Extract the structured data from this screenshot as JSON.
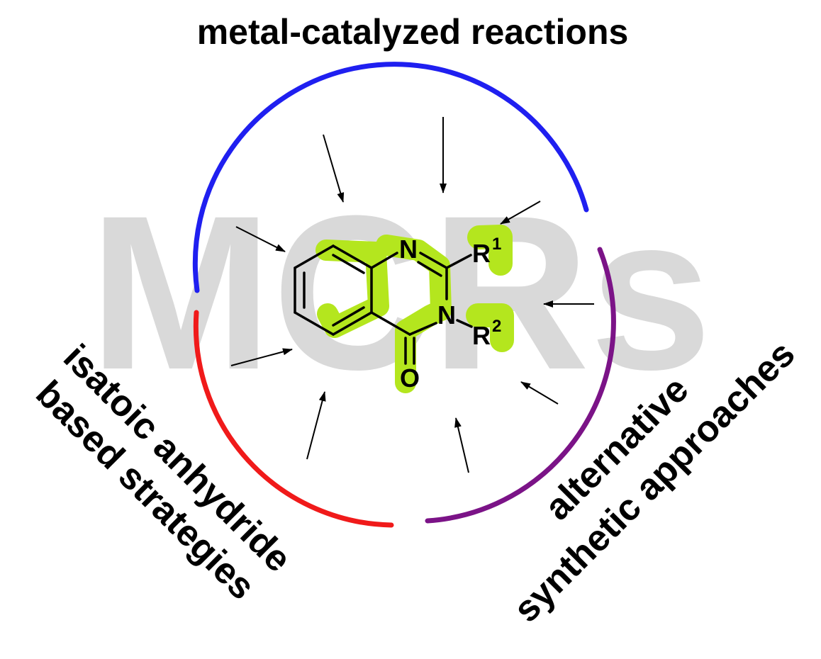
{
  "title": "metal-catalyzed reactions",
  "watermark": "MCRs",
  "label_left_line1": "isatoic anhydride",
  "label_left_line2": "based strategies",
  "label_right_line1": "alternative",
  "label_right_line2": "synthetic approaches",
  "atoms": {
    "n1": "N",
    "n3": "N",
    "o": "O",
    "r1": "R",
    "r1_sup": "1",
    "r2": "R",
    "r2_sup": "2"
  },
  "colors": {
    "arc_top": "#1f1ff0",
    "arc_left": "#f01a1a",
    "arc_right": "#7b1387",
    "highlight": "#b4e61e",
    "watermark": "#d9d9d9"
  }
}
